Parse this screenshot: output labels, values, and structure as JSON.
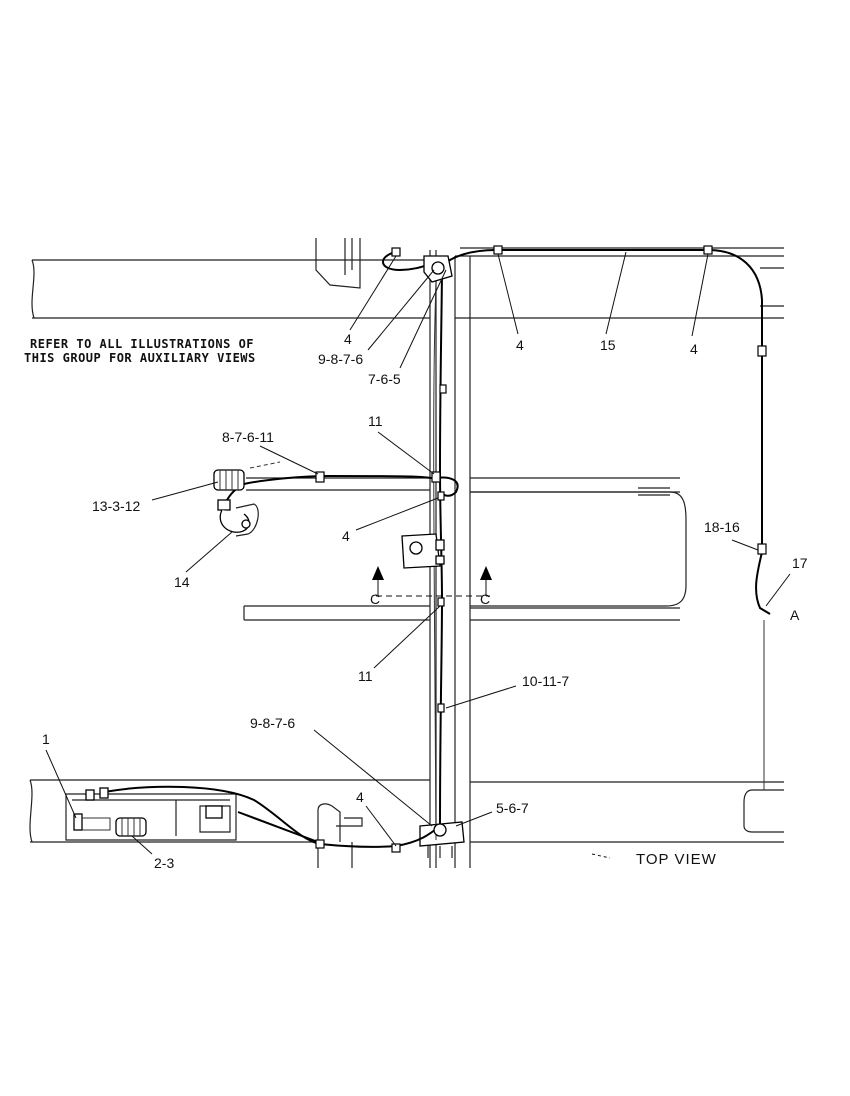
{
  "note": {
    "line1": "REFER TO ALL ILLUSTRATIONS OF",
    "line2": "THIS GROUP FOR AUXILIARY VIEWS"
  },
  "view_label": "TOP VIEW",
  "section_marker": "C",
  "callouts": {
    "c4_top_left": "4",
    "c9876_top": "9-8-7-6",
    "c765": "7-6-5",
    "c4_top_mid": "4",
    "c15": "15",
    "c4_top_right": "4",
    "c11_upper": "11",
    "c87611": "8-7-6-11",
    "c13312": "13-3-12",
    "c14": "14",
    "c4_middle": "4",
    "c1816": "18-16",
    "c17": "17",
    "cA": "A",
    "c11_lower": "11",
    "c10117": "10-11-7",
    "c9876_bottom": "9-8-7-6",
    "c1": "1",
    "c4_bottom": "4",
    "c567": "5-6-7",
    "c23": "2-3"
  }
}
